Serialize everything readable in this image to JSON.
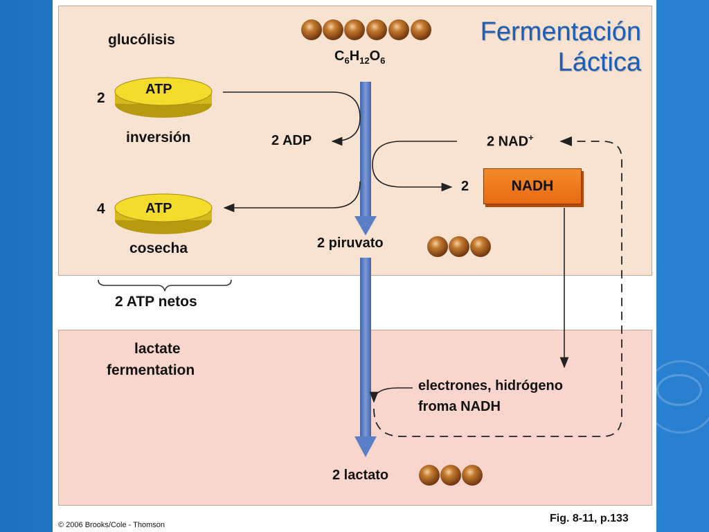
{
  "title": {
    "line1": "Fermentación",
    "line2": "Láctica"
  },
  "glucose": {
    "prefix": "C",
    "sub1": "6",
    "mid": "H",
    "sub2": "12",
    "o": "O",
    "sub3": "6"
  },
  "labels": {
    "glucolisis": "glucólisis",
    "atp_inversion_count": "2",
    "atp_coin": "ATP",
    "inversion": "inversión",
    "atp_cosecha_count": "4",
    "cosecha": "cosecha",
    "adp": "2 ADP",
    "nad_text": "2 NAD",
    "nad_sup": "+",
    "nadh_count": "2",
    "nadh": "NADH",
    "piruvato": "2 piruvato",
    "atp_netos": "2 ATP netos",
    "lactate_line1": "lactate",
    "lactate_line2": "fermentation",
    "electrones_line1": "electrones, hidrógeno",
    "electrones_line2": "froma NADH",
    "lactato": "2 lactato"
  },
  "footer": {
    "credit": "© 2006 Brooks/Cole - Thomson",
    "figref": "Fig. 8-11, p.133"
  },
  "colors": {
    "title": "#1b5fb8",
    "arrow_blue": "#5a7fc6",
    "atp_yellow": "#f3dc2b",
    "molecule_brown": "#b8661e",
    "nadh_orange": "#f07a1a"
  }
}
